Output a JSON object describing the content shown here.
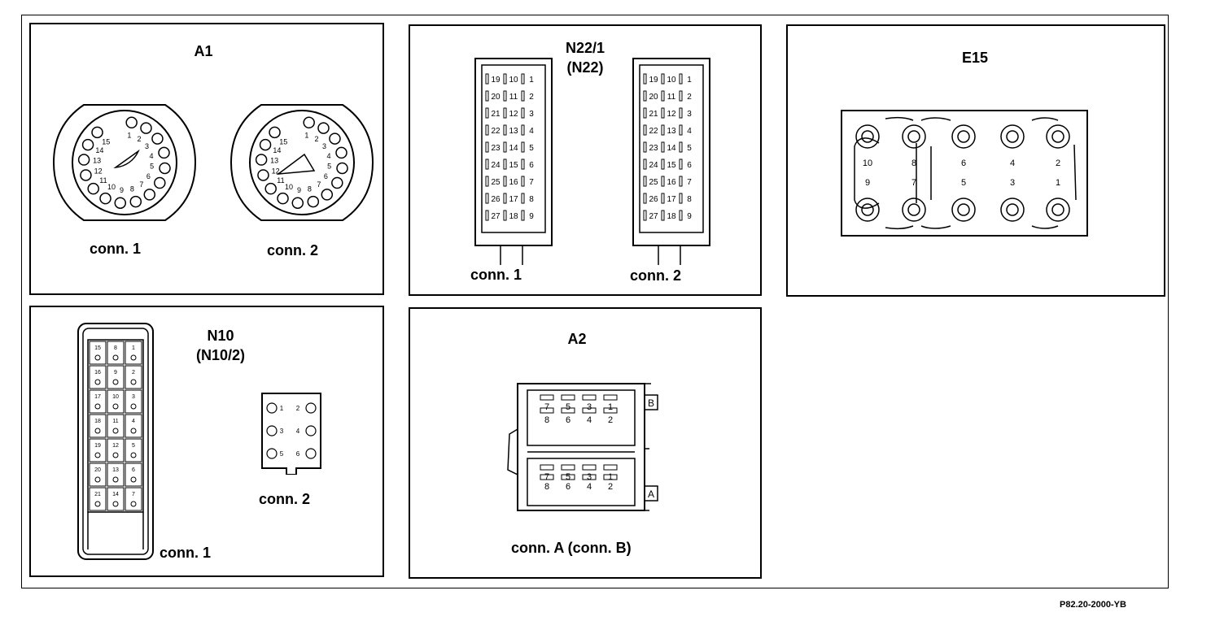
{
  "figure_ref": "P82.20-2000-YB",
  "a1": {
    "title": "A1",
    "conn1_label": "conn. 1",
    "conn2_label": "conn. 2",
    "conn1_pins": [
      "1",
      "2",
      "3",
      "4",
      "5",
      "6",
      "7",
      "8",
      "9",
      "10",
      "11",
      "12",
      "13",
      "14",
      "15"
    ],
    "conn2_pins": [
      "1",
      "2",
      "3",
      "4",
      "5",
      "6",
      "7",
      "8",
      "9",
      "10",
      "11",
      "12",
      "13",
      "14",
      "15"
    ]
  },
  "n22": {
    "title": "N22/1",
    "subtitle": "(N22)",
    "conn1_label": "conn. 1",
    "conn2_label": "conn. 2",
    "rows": [
      [
        "19",
        "10",
        "1"
      ],
      [
        "20",
        "11",
        "2"
      ],
      [
        "21",
        "12",
        "3"
      ],
      [
        "22",
        "13",
        "4"
      ],
      [
        "23",
        "14",
        "5"
      ],
      [
        "24",
        "15",
        "6"
      ],
      [
        "25",
        "16",
        "7"
      ],
      [
        "26",
        "17",
        "8"
      ],
      [
        "27",
        "18",
        "9"
      ]
    ]
  },
  "e15": {
    "title": "E15",
    "top_pins": [
      "10",
      "8",
      "6",
      "4",
      "2"
    ],
    "bottom_pins": [
      "9",
      "7",
      "5",
      "3",
      "1"
    ]
  },
  "n10": {
    "title": "N10",
    "subtitle": "(N10/2)",
    "conn1_label": "conn. 1",
    "conn2_label": "conn. 2",
    "conn1_rows": [
      [
        "15",
        "8",
        "1"
      ],
      [
        "16",
        "9",
        "2"
      ],
      [
        "17",
        "10",
        "3"
      ],
      [
        "18",
        "11",
        "4"
      ],
      [
        "19",
        "12",
        "5"
      ],
      [
        "20",
        "13",
        "6"
      ],
      [
        "21",
        "14",
        "7"
      ]
    ],
    "conn2_rows": [
      [
        "1",
        "2"
      ],
      [
        "3",
        "4"
      ],
      [
        "5",
        "6"
      ]
    ]
  },
  "a2": {
    "title": "A2",
    "conn_label": "conn. A (conn. B)",
    "marker_b": "B",
    "marker_a": "A",
    "top_row": [
      "7",
      "5",
      "3",
      "1"
    ],
    "bottom_row": [
      "8",
      "6",
      "4",
      "2"
    ]
  }
}
